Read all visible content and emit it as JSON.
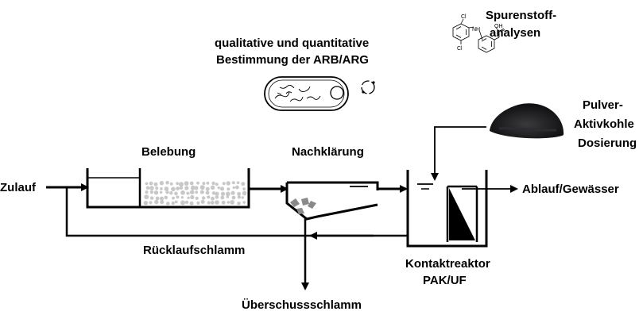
{
  "labels": {
    "zulauf": "Zulauf",
    "belebung": "Belebung",
    "nachklaerung": "Nachklärung",
    "ablauf": "Ablauf/Gewässer",
    "ruecklauf": "Rücklaufschlamm",
    "ueberschuss": "Überschussschlamm",
    "kontakt_line1": "Kontaktreaktor",
    "kontakt_line2": "PAK/UF",
    "pulver_line1": "Pulver-",
    "pulver_line2": "Aktivkohle",
    "pulver_line3": "Dosierung",
    "arb_line1": "qualitative und quantitative",
    "arb_line2": "Bestimmung der ARB/ARG",
    "spuren_line1": "Spurenstoff-",
    "spuren_line2": "analysen"
  },
  "molecule": {
    "cl_top": "Cl",
    "cl_bottom": "Cl",
    "nh": "NH",
    "oh": "OH"
  },
  "colors": {
    "line": "#000000",
    "floc": "#c8c8c8",
    "carbon": "#1c1c1e",
    "settled": "#8a8a8a"
  }
}
